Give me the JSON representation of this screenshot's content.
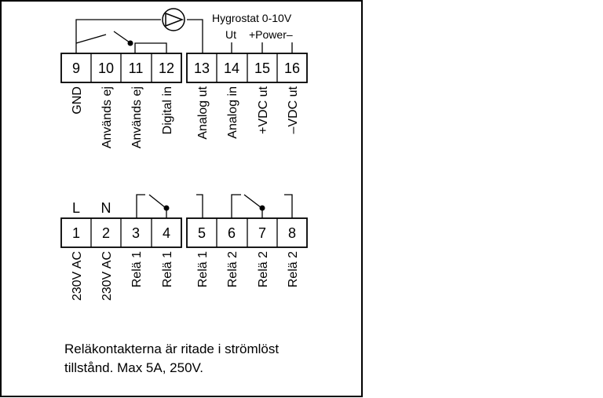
{
  "hygrostat": {
    "title": "Hygrostat 0-10V",
    "ut": "Ut",
    "power": "+Power–"
  },
  "upper_block": {
    "terminals": [
      {
        "num": "9",
        "label": "GND"
      },
      {
        "num": "10",
        "label": "Används ej"
      },
      {
        "num": "11",
        "label": "Används ej"
      },
      {
        "num": "12",
        "label": "Digital in"
      },
      {
        "num": "13",
        "label": "Analog ut"
      },
      {
        "num": "14",
        "label": "Analog in"
      },
      {
        "num": "15",
        "label": "+VDC ut"
      },
      {
        "num": "16",
        "label": "–VDC ut"
      }
    ]
  },
  "lower_block": {
    "top_labels": {
      "l": "L",
      "n": "N"
    },
    "terminals": [
      {
        "num": "1",
        "label": "230V AC"
      },
      {
        "num": "2",
        "label": "230V AC"
      },
      {
        "num": "3",
        "label": "Relä 1"
      },
      {
        "num": "4",
        "label": "Relä 1"
      },
      {
        "num": "5",
        "label": "Relä 1"
      },
      {
        "num": "6",
        "label": "Relä 2"
      },
      {
        "num": "7",
        "label": "Relä 2"
      },
      {
        "num": "8",
        "label": "Relä 2"
      }
    ]
  },
  "note": {
    "line1": "Reläkontakterna är ritade i strömlöst",
    "line2": "tillstånd. Max 5A, 250V."
  }
}
